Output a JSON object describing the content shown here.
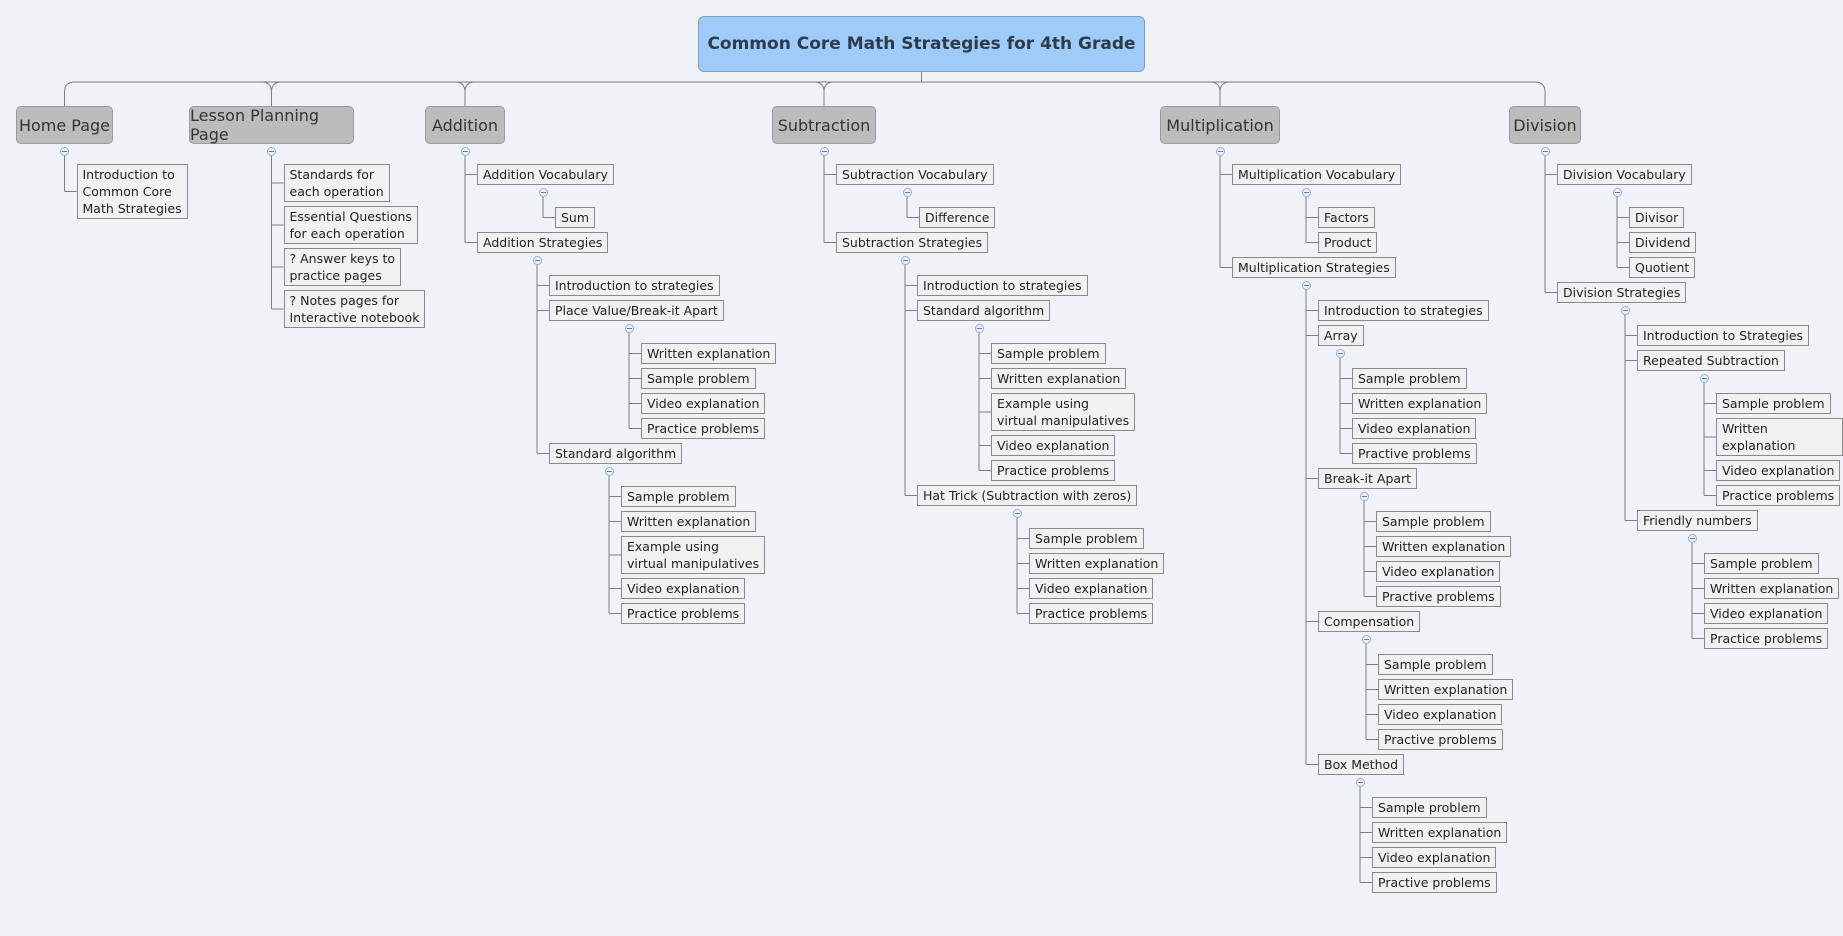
{
  "colors": {
    "background": "#f1f2f7",
    "root_fill": "#9ecbf7",
    "branch_fill": "#bcbcbc",
    "topic_fill": "#f1f1f1",
    "line": "#7f7f7f"
  },
  "icons": {
    "collapse_toggle": "minus-circle-icon"
  },
  "title": "Common Core Math Strategies for 4th Grade",
  "branches": [
    {
      "label": "Home Page",
      "children": [
        {
          "label": "Introduction to\nCommon Core\nMath Strategies"
        }
      ]
    },
    {
      "label": "Lesson Planning Page",
      "children": [
        {
          "label": "Standards for\neach operation"
        },
        {
          "label": "Essential Questions\nfor each operation"
        },
        {
          "label": "? Answer keys to\npractice pages"
        },
        {
          "label": "? Notes pages for\nInteractive notebook"
        }
      ]
    },
    {
      "label": "Addition",
      "children": [
        {
          "label": "Addition Vocabulary",
          "children": [
            {
              "label": "Sum"
            }
          ]
        },
        {
          "label": "Addition Strategies",
          "children": [
            {
              "label": "Introduction to strategies"
            },
            {
              "label": "Place Value/Break-it Apart",
              "children": [
                {
                  "label": "Written explanation"
                },
                {
                  "label": "Sample problem"
                },
                {
                  "label": "Video explanation"
                },
                {
                  "label": "Practice problems"
                }
              ]
            },
            {
              "label": "Standard algorithm",
              "children": [
                {
                  "label": "Sample problem"
                },
                {
                  "label": "Written explanation"
                },
                {
                  "label": "Example using\nvirtual manipulatives"
                },
                {
                  "label": "Video explanation"
                },
                {
                  "label": "Practice problems"
                }
              ]
            }
          ]
        }
      ]
    },
    {
      "label": "Subtraction",
      "children": [
        {
          "label": "Subtraction Vocabulary",
          "children": [
            {
              "label": "Difference"
            }
          ]
        },
        {
          "label": "Subtraction Strategies",
          "children": [
            {
              "label": "Introduction to strategies"
            },
            {
              "label": "Standard algorithm",
              "children": [
                {
                  "label": "Sample problem"
                },
                {
                  "label": "Written explanation"
                },
                {
                  "label": "Example using\nvirtual manipulatives"
                },
                {
                  "label": "Video explanation"
                },
                {
                  "label": "Practice problems"
                }
              ]
            },
            {
              "label": "Hat Trick (Subtraction with zeros)",
              "children": [
                {
                  "label": "Sample problem"
                },
                {
                  "label": "Written explanation"
                },
                {
                  "label": "Video explanation"
                },
                {
                  "label": "Practice problems"
                }
              ]
            }
          ]
        }
      ]
    },
    {
      "label": "Multiplication",
      "children": [
        {
          "label": "Multiplication Vocabulary",
          "children": [
            {
              "label": "Factors"
            },
            {
              "label": "Product"
            }
          ]
        },
        {
          "label": "Multiplication Strategies",
          "children": [
            {
              "label": "Introduction to strategies"
            },
            {
              "label": "Array",
              "children": [
                {
                  "label": "Sample problem"
                },
                {
                  "label": "Written explanation"
                },
                {
                  "label": "Video explanation"
                },
                {
                  "label": "Practive problems"
                }
              ]
            },
            {
              "label": "Break-it Apart",
              "children": [
                {
                  "label": "Sample problem"
                },
                {
                  "label": "Written explanation"
                },
                {
                  "label": "Video explanation"
                },
                {
                  "label": "Practive problems"
                }
              ]
            },
            {
              "label": "Compensation",
              "children": [
                {
                  "label": "Sample problem"
                },
                {
                  "label": "Written explanation"
                },
                {
                  "label": "Video explanation"
                },
                {
                  "label": "Practive problems"
                }
              ]
            },
            {
              "label": "Box Method",
              "children": [
                {
                  "label": "Sample problem"
                },
                {
                  "label": "Written explanation"
                },
                {
                  "label": "Video explanation"
                },
                {
                  "label": "Practive problems"
                }
              ]
            }
          ]
        }
      ]
    },
    {
      "label": "Division",
      "children": [
        {
          "label": "Division Vocabulary",
          "children": [
            {
              "label": "Divisor"
            },
            {
              "label": "Dividend"
            },
            {
              "label": "Quotient"
            }
          ]
        },
        {
          "label": "Division Strategies",
          "children": [
            {
              "label": "Introduction to Strategies"
            },
            {
              "label": "Repeated Subtraction",
              "children": [
                {
                  "label": "Sample problem"
                },
                {
                  "label": "Written explanation"
                },
                {
                  "label": "Video explanation"
                },
                {
                  "label": "Practice problems"
                }
              ]
            },
            {
              "label": "Friendly numbers",
              "children": [
                {
                  "label": "Sample problem"
                },
                {
                  "label": "Written explanation"
                },
                {
                  "label": "Video explanation"
                },
                {
                  "label": "Practice problems"
                }
              ]
            }
          ]
        }
      ]
    }
  ]
}
